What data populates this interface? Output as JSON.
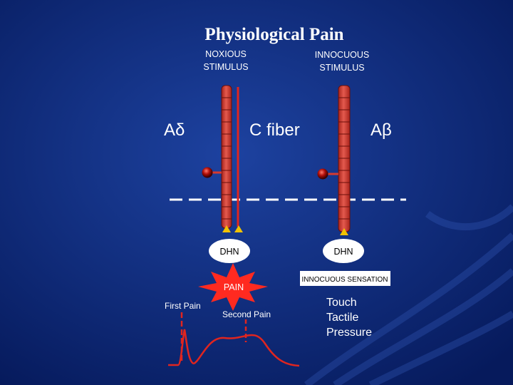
{
  "slide": {
    "title": "Physiological Pain",
    "labels": {
      "noxious_line1": "NOXIOUS",
      "noxious_line2": "STIMULUS",
      "innocuous_line1": "INNOCUOUS",
      "innocuous_line2": "STIMULUS",
      "a_delta": "Aδ",
      "c_fiber": "C fiber",
      "a_beta": "Aβ",
      "dhn_left": "DHN",
      "dhn_right": "DHN",
      "pain": "PAIN",
      "innocuous_sensation": "INNOCUOUS SENSATION",
      "first_pain": "First Pain",
      "second_pain": "Second Pain",
      "touch": "Touch",
      "tactile": "Tactile",
      "pressure": "Pressure"
    }
  },
  "colors": {
    "background_center": "#1a3a95",
    "background_edge": "#061a5c",
    "fiber_red": "#d63a30",
    "nerve_red": "#e0251f",
    "dashed_line": "#ffffff",
    "terminal_yellow": "#f2c200",
    "starburst_red": "#ff2a20",
    "label_text": "#ffffff",
    "box_fill": "#ffffff",
    "box_text": "#000000"
  }
}
